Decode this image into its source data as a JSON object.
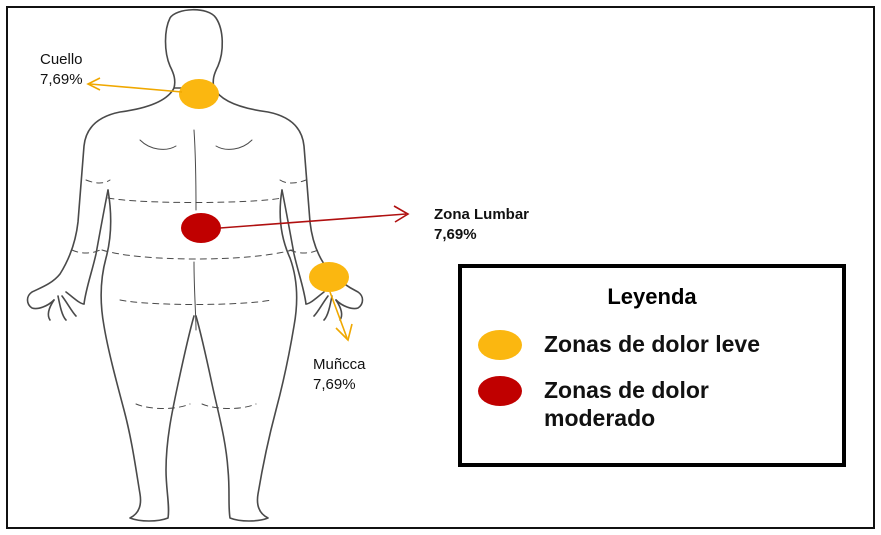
{
  "colors": {
    "leve": "#fbb710",
    "moderado": "#c00000",
    "arrow_leve": "#f0a800",
    "arrow_moderado": "#b01010",
    "outline": "#444444"
  },
  "annotations": {
    "cuello": {
      "name": "Cuello",
      "value": "7,69%"
    },
    "lumbar": {
      "name": "Zona Lumbar",
      "value": "7,69%"
    },
    "muneca": {
      "name": "Muñcca",
      "value": "7,69%"
    }
  },
  "legend": {
    "title": "Leyenda",
    "items": [
      {
        "label": "Zonas de dolor leve",
        "color": "#fbb710"
      },
      {
        "label_line1": "Zonas de dolor",
        "label_line2": "moderado",
        "color": "#c00000"
      }
    ]
  }
}
